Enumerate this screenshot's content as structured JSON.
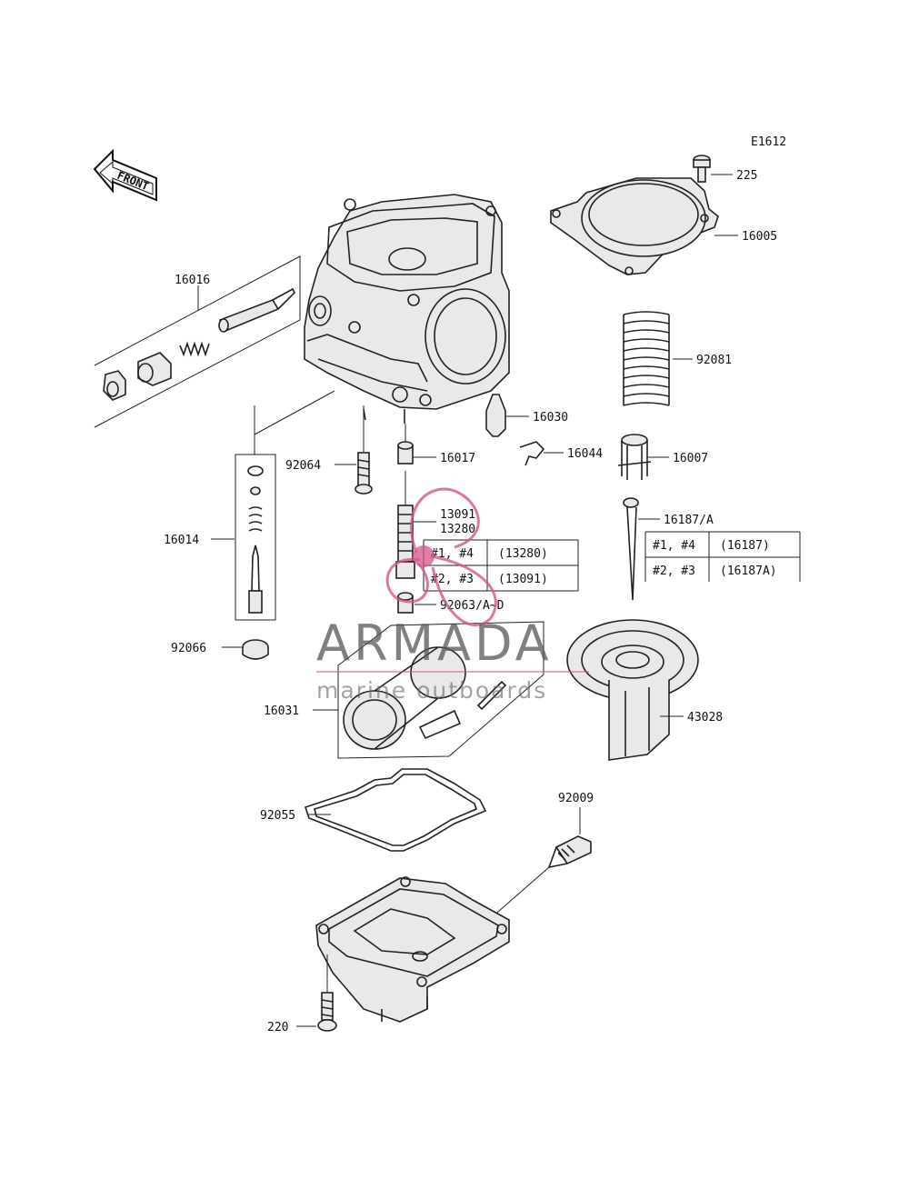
{
  "diagram": {
    "code": "E1612",
    "front_label": "FRONT",
    "parts": {
      "p225": "225",
      "p16005": "16005",
      "p16016": "16016",
      "p92081": "92081",
      "p16030": "16030",
      "p16044": "16044",
      "p16007": "16007",
      "p92064": "92064",
      "p16017": "16017",
      "p13091": "13091",
      "p13280": "13280",
      "p16014": "16014",
      "p16187A": "16187/A",
      "p92063": "92063/A~D",
      "p92066": "92066",
      "p16031": "16031",
      "p43028": "43028",
      "p92055": "92055",
      "p92009": "92009",
      "p220": "220"
    },
    "jet_table": {
      "rows": [
        {
          "cyl": "#1, #4",
          "part": "(13280)"
        },
        {
          "cyl": "#2, #3",
          "part": "(13091)"
        }
      ]
    },
    "needle_table": {
      "rows": [
        {
          "cyl": "#1, #4",
          "part": "(16187)"
        },
        {
          "cyl": "#2, #3",
          "part": "(16187A)"
        }
      ]
    }
  },
  "watermark": {
    "brand": "ARMADA",
    "tagline": "marine outboards",
    "accent_color": "#d4548a"
  }
}
